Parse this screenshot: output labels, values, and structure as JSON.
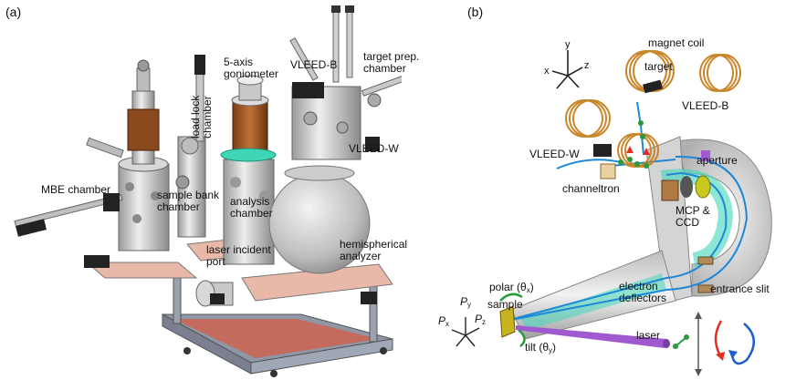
{
  "panel_a": {
    "letter": "(a)",
    "labels": {
      "goniometer_1": "5-axis",
      "goniometer_2": "goniometer",
      "load_lock_1": "load lock",
      "load_lock_2": "chamber",
      "vleed_b": "VLEED-B",
      "target_prep_1": "target prep.",
      "target_prep_2": "chamber",
      "vleed_w": "VLEED-W",
      "mbe": "MBE chamber",
      "sample_bank_1": "sample bank",
      "sample_bank_2": "chamber",
      "analysis_1": "analysis",
      "analysis_2": "chamber",
      "laser_port_1": "laser incident",
      "laser_port_2": "port",
      "hemi_1": "hemispherical",
      "hemi_2": "analyzer"
    }
  },
  "panel_b": {
    "letter": "(b)",
    "labels": {
      "magnet_coil": "magnet coil",
      "target": "target",
      "vleed_b": "VLEED-B",
      "vleed_w": "VLEED-W",
      "aperture": "aperture",
      "channeltron": "channeltron",
      "mcp_1": "MCP &",
      "mcp_2": "CCD",
      "electron_defl_1": "electron",
      "electron_defl_2": "deflectors",
      "entrance_slit": "entrance slit",
      "polar": "polar (θ",
      "polar_sub": "x",
      "polar_end": ")",
      "sample": "sample",
      "tilt": "tilt (θ",
      "tilt_sub": "y",
      "tilt_end": ")",
      "laser": "laser",
      "axis_x": "x",
      "axis_y": "y",
      "axis_z": "z",
      "p_letter": "P",
      "px_sub": "x",
      "py_sub": "y",
      "pz_sub": "z"
    }
  },
  "colors": {
    "steel": "#c8c8c8",
    "copper": "#c8862a",
    "brown": "#8a4a1e",
    "teal": "#3fd6b8",
    "blue_trajectory": "#1e88d8",
    "laser": "#a05ad0",
    "red_arrow": "#e03020",
    "blue_arrow": "#1e5fd0",
    "green": "#2a9a3a",
    "pink_plate": "#e8b8a8"
  }
}
